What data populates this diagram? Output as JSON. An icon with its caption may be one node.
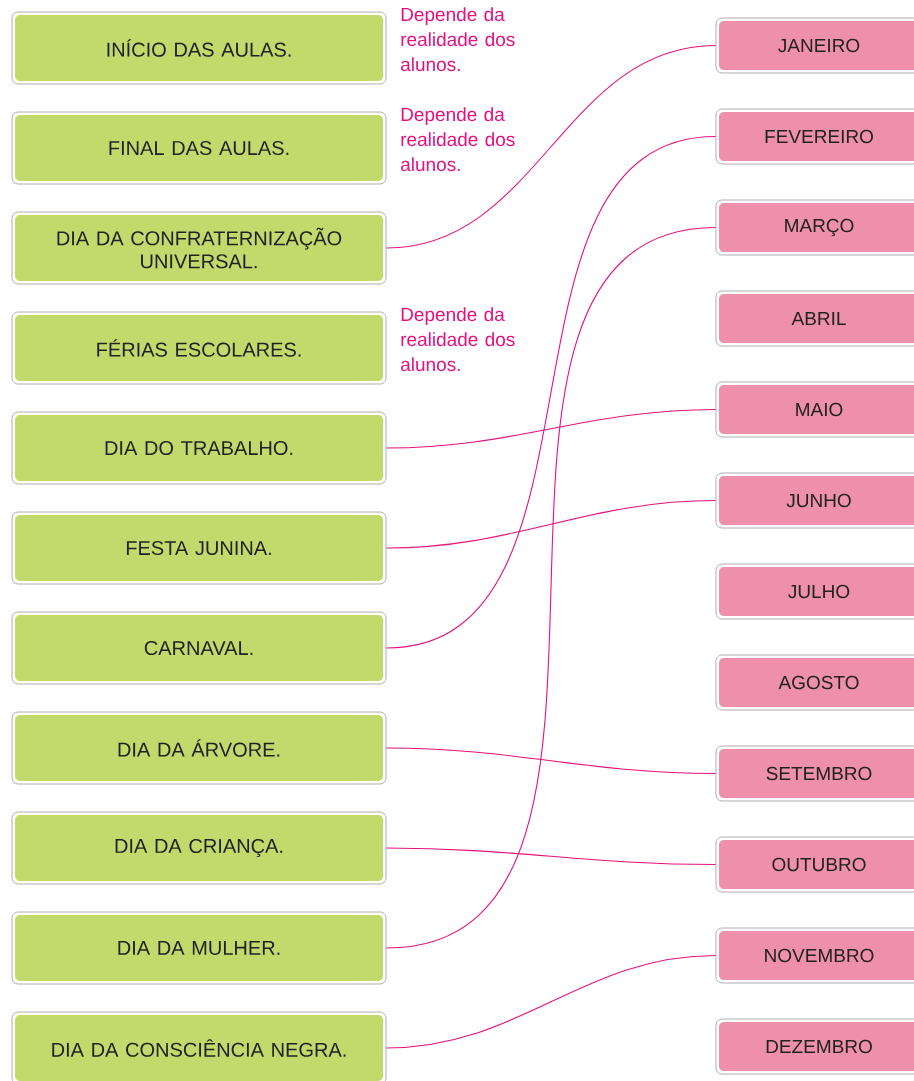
{
  "diagram": {
    "nodes": [
      {
        "text": [
          "INÍCIO DAS AULAS."
        ],
        "beside": [
          "Depende da realidade dos alunos."
        ]
      },
      {
        "text": [
          "FINAL DAS AULAS."
        ],
        "beside": [
          "Depende da realidade dos alunos."
        ]
      },
      {
        "text": [
          "DIA DA CONFRATERNIZAÇÃO UNIVERSAL."
        ]
      },
      {
        "text": [
          "FÉRIAS ESCOLARES."
        ],
        "beside": [
          "Depende da realidade dos alunos."
        ]
      },
      {
        "text": [
          "DIA DO TRABALHO."
        ]
      },
      {
        "text": [
          "FESTA JUNINA."
        ]
      },
      {
        "text": [
          "CARNAVAL."
        ]
      },
      {
        "text": [
          "DIA DA ÁRVORE."
        ]
      },
      {
        "text": [
          "DIA DA CRIANÇA."
        ]
      },
      {
        "text": [
          "DIA DA MULHER."
        ]
      },
      {
        "text": [
          "DIA DA CONSCIÊNCIA NEGRA."
        ]
      },
      {
        "text": [
          "JANEIRO"
        ]
      },
      {
        "text": [
          "FEVEREIRO"
        ]
      },
      {
        "text": [
          "MARÇO"
        ]
      },
      {
        "text": [
          "ABRIL"
        ]
      },
      {
        "text": [
          "MAIO"
        ]
      },
      {
        "text": [
          "JUNHO"
        ]
      },
      {
        "text": [
          "JULHO"
        ]
      },
      {
        "text": [
          "AGOSTO"
        ]
      },
      {
        "text": [
          "SETEMBRO"
        ]
      },
      {
        "text": [
          "OUTUBRO"
        ]
      },
      {
        "text": [
          "NOVEMBRO"
        ]
      },
      {
        "text": [
          "DEZEMBRO"
        ]
      }
    ],
    "edges": [
      {
        "from": 2,
        "to": 11,
        "arrow": "none"
      },
      {
        "from": 4,
        "to": 15,
        "arrow": "none"
      },
      {
        "from": 5,
        "to": 16,
        "arrow": "none"
      },
      {
        "from": 6,
        "to": 12,
        "arrow": "none"
      },
      {
        "from": 7,
        "to": 19,
        "arrow": "none"
      },
      {
        "from": 8,
        "to": 20,
        "arrow": "none"
      },
      {
        "from": 9,
        "to": 13,
        "arrow": "none"
      },
      {
        "from": 10,
        "to": 21,
        "arrow": "none"
      }
    ]
  }
}
